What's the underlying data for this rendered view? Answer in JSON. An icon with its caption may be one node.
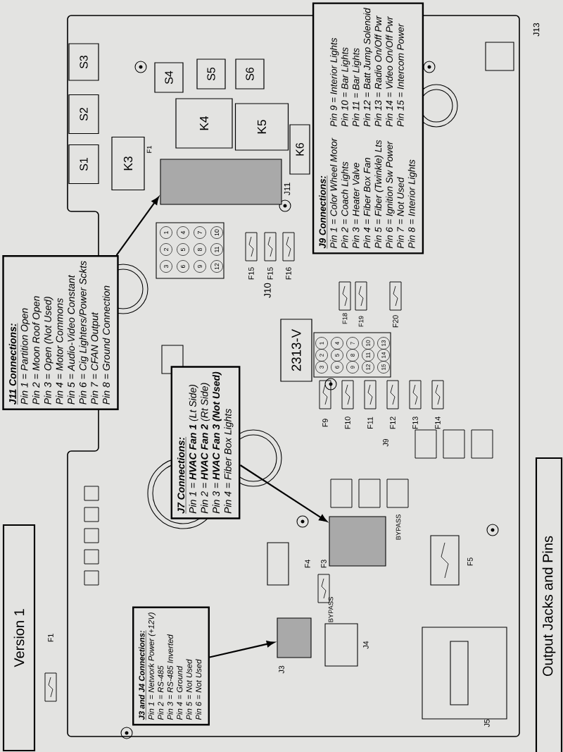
{
  "diagram": {
    "nodes": [
      {
        "text": [
          "J11 Connections:",
          "Pin 1 = Partition Open",
          "Pin 2 = Moon Roof Open",
          "Pin 3 = Open (Not Used)",
          "Pin 4 = Motor Commons",
          "Pin 5 = Audio-Video Constant",
          "Pin 6 = Cig Lighters/Power Sckts",
          "Pin 7 = CFAN Output",
          "Pin 8 = Ground Connection"
        ]
      },
      {
        "text": [
          "J7 Connections:",
          "Pin 1 = **HVAC Fan 1** (Lt Side)",
          "Pin 2 = **HVAC Fan 2** (Rt Side)",
          "Pin 3 = **HVAC Fan 3 (Not Used)**",
          "Pin 4 = Fiber Box Lights"
        ]
      },
      {
        "text": [
          "J3 and J4 Connections:",
          "Pin 1 = Network Power (+12V)",
          "Pin 2 = RS-485",
          "Pin 3 = RS-485 Inverted",
          "Pin 4 = Ground",
          "Pin 5 = Not Used",
          "Pin 6 = Not Used"
        ]
      },
      {
        "text": [
          "J9 Connections:",
          "Pin 1 = Color Wheel Motor",
          "Pin 2 = Coach Lights",
          "Pin 3 = Heater Valve",
          "Pin 4 = Fiber Box Fan",
          "Pin 5 = Fiber (Twinkle) Lts",
          "Pin 6 = Ignition Sw Power",
          "Pin 7 = Not Used",
          "Pin 8 = Interior Lights",
          "Pin 9 = Interior Lights",
          "Pin 10 = Bar Lights",
          "Pin 11 = Bar Lights",
          "Pin 12 = Batt Jump Solenoid",
          "Pin 13 = Radio On/Off Pwr",
          "Pin 14 = Video On/Off Pwr",
          "Pin 15 = Intercom Power"
        ]
      },
      {
        "text": [],
        "shape": "box"
      },
      {
        "text": [],
        "shape": "box"
      },
      {
        "text": [],
        "shape": "box"
      },
      {
        "text": [
          "S3"
        ]
      },
      {
        "text": [
          "S2"
        ]
      },
      {
        "text": [
          "S1"
        ]
      },
      {
        "text": [
          "S4"
        ]
      },
      {
        "text": [
          "S5"
        ]
      },
      {
        "text": [
          "S6"
        ]
      },
      {
        "text": [
          "K3"
        ]
      },
      {
        "text": [
          "K4"
        ]
      },
      {
        "text": [
          "K5"
        ]
      },
      {
        "text": [
          "K6"
        ]
      },
      {
        "text": [
          "2313-V"
        ]
      },
      {
        "text": [
          "Version 1"
        ]
      },
      {
        "text": [
          "Output Jacks and Pins"
        ]
      }
    ],
    "edges": [
      {
        "from": 0,
        "to": 4,
        "arrow": "to"
      },
      {
        "from": 1,
        "to": 5,
        "arrow": "to"
      },
      {
        "from": 2,
        "to": 6,
        "arrow": "to"
      }
    ],
    "labels": [
      "F1",
      "1",
      "2",
      "3",
      "4",
      "5",
      "6",
      "7",
      "8",
      "9",
      "10",
      "11",
      "12",
      "F15",
      "F15",
      "F16",
      "J10",
      "J11",
      "F18",
      "F19",
      "F20",
      "1",
      "2",
      "3",
      "4",
      "5",
      "6",
      "7",
      "8",
      "9",
      "10",
      "11",
      "12",
      "13",
      "14",
      "15",
      "F9",
      "F10",
      "F11",
      "F12",
      "F13",
      "F14",
      "J9",
      "F4",
      "F3",
      "BYPASS",
      "BYPASS",
      "F5",
      "F1",
      "J3",
      "J4",
      "J5",
      "J13"
    ]
  }
}
